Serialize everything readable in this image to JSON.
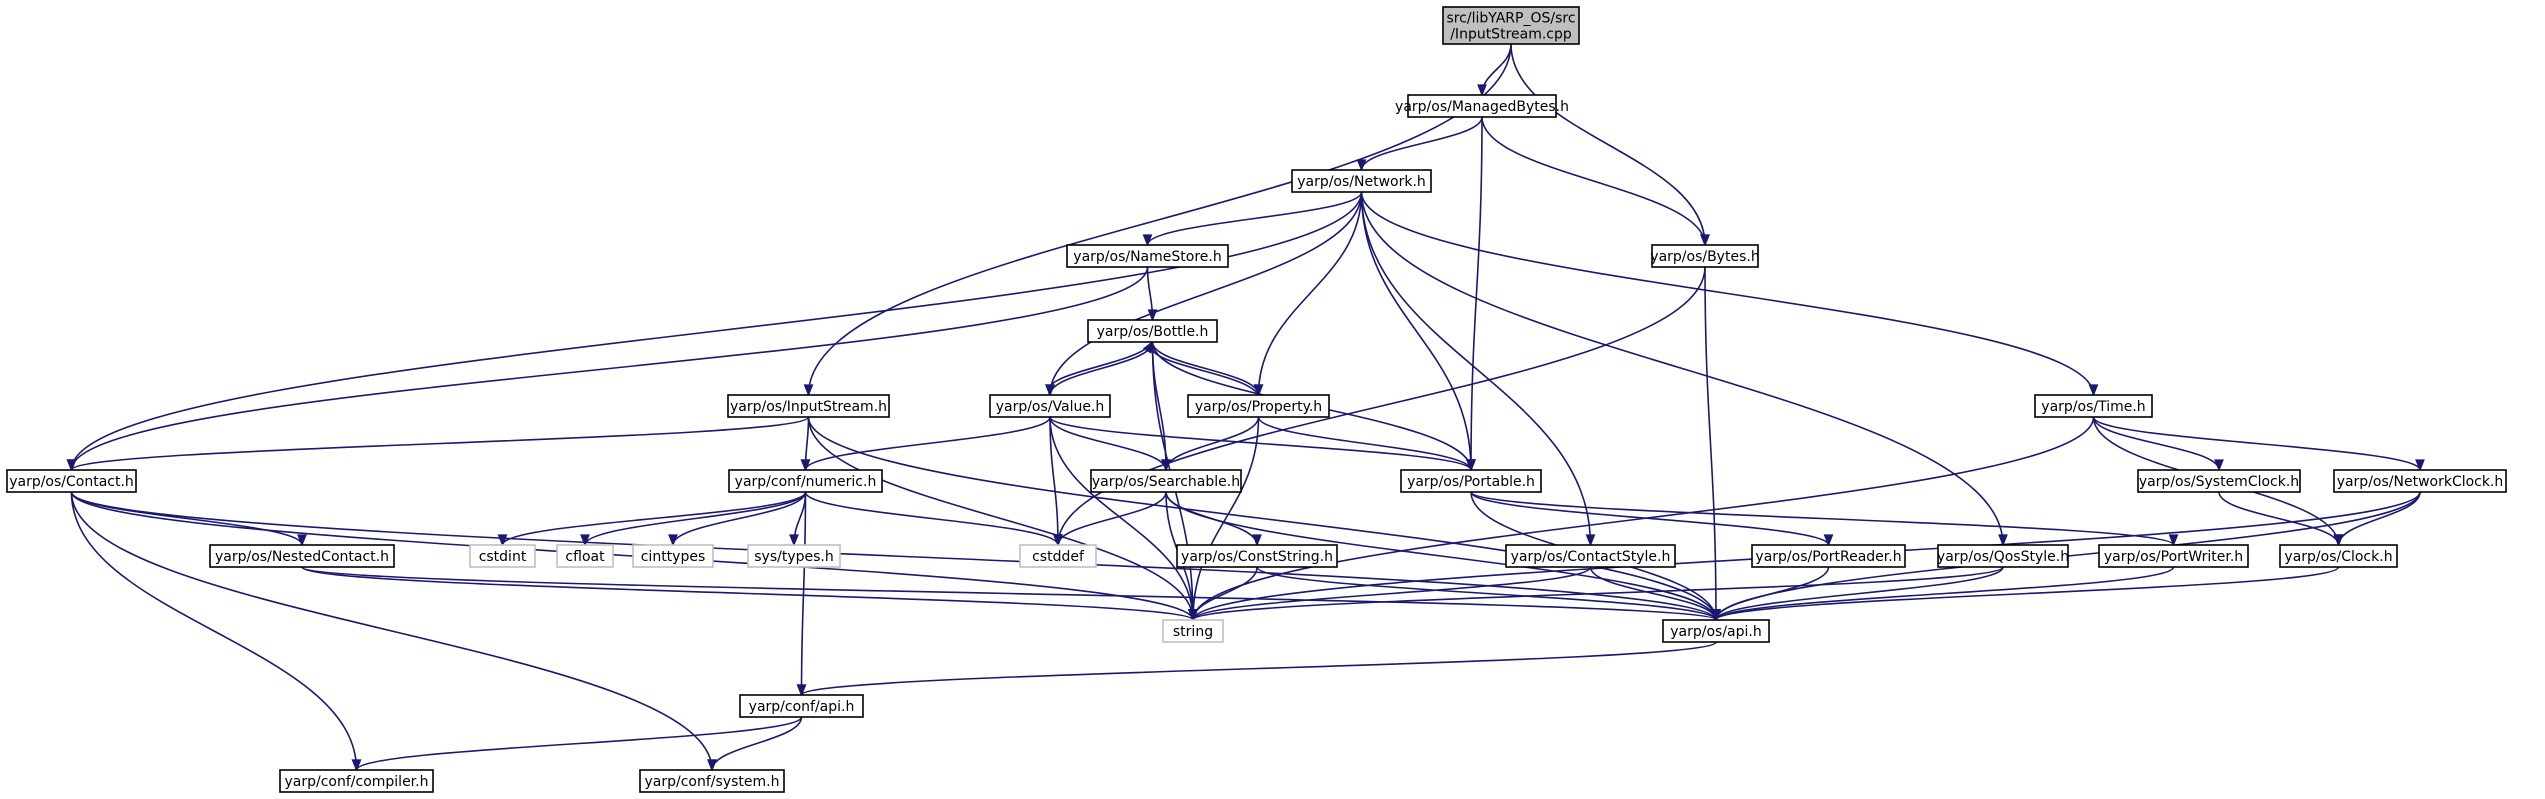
{
  "colors": {
    "edge": "#191970",
    "node_border": "#000000",
    "external_border": "#bfbfbf",
    "root_fill": "#bfbfbf",
    "background": "#ffffff"
  },
  "nodes": [
    {
      "id": "root",
      "lines": [
        "src/libYARP_OS/src",
        "/InputStream.cpp"
      ],
      "kind": "root"
    },
    {
      "id": "managedbytes",
      "lines": [
        "yarp/os/ManagedBytes.h"
      ],
      "kind": "internal"
    },
    {
      "id": "network",
      "lines": [
        "yarp/os/Network.h"
      ],
      "kind": "internal"
    },
    {
      "id": "bytes",
      "lines": [
        "yarp/os/Bytes.h"
      ],
      "kind": "internal"
    },
    {
      "id": "namestore",
      "lines": [
        "yarp/os/NameStore.h"
      ],
      "kind": "internal"
    },
    {
      "id": "bottle",
      "lines": [
        "yarp/os/Bottle.h"
      ],
      "kind": "internal"
    },
    {
      "id": "inputstream",
      "lines": [
        "yarp/os/InputStream.h"
      ],
      "kind": "internal"
    },
    {
      "id": "value",
      "lines": [
        "yarp/os/Value.h"
      ],
      "kind": "internal"
    },
    {
      "id": "property",
      "lines": [
        "yarp/os/Property.h"
      ],
      "kind": "internal"
    },
    {
      "id": "time",
      "lines": [
        "yarp/os/Time.h"
      ],
      "kind": "internal"
    },
    {
      "id": "contact",
      "lines": [
        "yarp/os/Contact.h"
      ],
      "kind": "internal"
    },
    {
      "id": "numeric",
      "lines": [
        "yarp/conf/numeric.h"
      ],
      "kind": "internal"
    },
    {
      "id": "searchable",
      "lines": [
        "yarp/os/Searchable.h"
      ],
      "kind": "internal"
    },
    {
      "id": "portable",
      "lines": [
        "yarp/os/Portable.h"
      ],
      "kind": "internal"
    },
    {
      "id": "systemclock",
      "lines": [
        "yarp/os/SystemClock.h"
      ],
      "kind": "internal"
    },
    {
      "id": "networkclock",
      "lines": [
        "yarp/os/NetworkClock.h"
      ],
      "kind": "internal"
    },
    {
      "id": "cstdint",
      "lines": [
        "cstdint"
      ],
      "kind": "external"
    },
    {
      "id": "cfloat",
      "lines": [
        "cfloat"
      ],
      "kind": "external"
    },
    {
      "id": "cinttypes",
      "lines": [
        "cinttypes"
      ],
      "kind": "external"
    },
    {
      "id": "systypes",
      "lines": [
        "sys/types.h"
      ],
      "kind": "external"
    },
    {
      "id": "cstddef",
      "lines": [
        "cstddef"
      ],
      "kind": "external"
    },
    {
      "id": "nestedcontact",
      "lines": [
        "yarp/os/NestedContact.h"
      ],
      "kind": "internal"
    },
    {
      "id": "conststring",
      "lines": [
        "yarp/os/ConstString.h"
      ],
      "kind": "internal"
    },
    {
      "id": "contactstyle",
      "lines": [
        "yarp/os/ContactStyle.h"
      ],
      "kind": "internal"
    },
    {
      "id": "portreader",
      "lines": [
        "yarp/os/PortReader.h"
      ],
      "kind": "internal"
    },
    {
      "id": "qosstyle",
      "lines": [
        "yarp/os/QosStyle.h"
      ],
      "kind": "internal"
    },
    {
      "id": "portwriter",
      "lines": [
        "yarp/os/PortWriter.h"
      ],
      "kind": "internal"
    },
    {
      "id": "clock",
      "lines": [
        "yarp/os/Clock.h"
      ],
      "kind": "internal"
    },
    {
      "id": "string",
      "lines": [
        "string"
      ],
      "kind": "external"
    },
    {
      "id": "osapi",
      "lines": [
        "yarp/os/api.h"
      ],
      "kind": "internal"
    },
    {
      "id": "confapi",
      "lines": [
        "yarp/conf/api.h"
      ],
      "kind": "internal"
    },
    {
      "id": "compiler",
      "lines": [
        "yarp/conf/compiler.h"
      ],
      "kind": "internal"
    },
    {
      "id": "system",
      "lines": [
        "yarp/conf/system.h"
      ],
      "kind": "internal"
    }
  ],
  "edges": [
    [
      "root",
      "managedbytes"
    ],
    [
      "root",
      "bytes"
    ],
    [
      "root",
      "inputstream"
    ],
    [
      "managedbytes",
      "network"
    ],
    [
      "managedbytes",
      "bytes"
    ],
    [
      "managedbytes",
      "portable"
    ],
    [
      "network",
      "namestore"
    ],
    [
      "network",
      "value"
    ],
    [
      "network",
      "property"
    ],
    [
      "network",
      "portable"
    ],
    [
      "network",
      "contact"
    ],
    [
      "network",
      "time"
    ],
    [
      "network",
      "contactstyle"
    ],
    [
      "network",
      "qosstyle"
    ],
    [
      "bytes",
      "cstddef"
    ],
    [
      "bytes",
      "osapi"
    ],
    [
      "namestore",
      "bottle"
    ],
    [
      "namestore",
      "contact"
    ],
    [
      "bottle",
      "value"
    ],
    [
      "bottle",
      "property"
    ],
    [
      "bottle",
      "searchable"
    ],
    [
      "bottle",
      "portable"
    ],
    [
      "bottle",
      "string"
    ],
    [
      "value",
      "bottle"
    ],
    [
      "value",
      "numeric"
    ],
    [
      "value",
      "searchable"
    ],
    [
      "value",
      "portable"
    ],
    [
      "value",
      "cstddef"
    ],
    [
      "value",
      "string"
    ],
    [
      "property",
      "bottle"
    ],
    [
      "property",
      "searchable"
    ],
    [
      "property",
      "portable"
    ],
    [
      "property",
      "string"
    ],
    [
      "inputstream",
      "contact"
    ],
    [
      "inputstream",
      "numeric"
    ],
    [
      "inputstream",
      "string"
    ],
    [
      "inputstream",
      "osapi"
    ],
    [
      "time",
      "systemclock"
    ],
    [
      "time",
      "networkclock"
    ],
    [
      "time",
      "clock"
    ],
    [
      "time",
      "string"
    ],
    [
      "contact",
      "nestedcontact"
    ],
    [
      "contact",
      "string"
    ],
    [
      "contact",
      "compiler"
    ],
    [
      "contact",
      "system"
    ],
    [
      "contact",
      "osapi"
    ],
    [
      "numeric",
      "cstdint"
    ],
    [
      "numeric",
      "cfloat"
    ],
    [
      "numeric",
      "cinttypes"
    ],
    [
      "numeric",
      "systypes"
    ],
    [
      "numeric",
      "cstddef"
    ],
    [
      "numeric",
      "confapi"
    ],
    [
      "searchable",
      "conststring"
    ],
    [
      "searchable",
      "cstddef"
    ],
    [
      "searchable",
      "string"
    ],
    [
      "searchable",
      "osapi"
    ],
    [
      "portable",
      "portreader"
    ],
    [
      "portable",
      "portwriter"
    ],
    [
      "portable",
      "osapi"
    ],
    [
      "systemclock",
      "clock"
    ],
    [
      "networkclock",
      "clock"
    ],
    [
      "networkclock",
      "string"
    ],
    [
      "networkclock",
      "osapi"
    ],
    [
      "nestedcontact",
      "string"
    ],
    [
      "nestedcontact",
      "osapi"
    ],
    [
      "conststring",
      "string"
    ],
    [
      "conststring",
      "osapi"
    ],
    [
      "contactstyle",
      "string"
    ],
    [
      "contactstyle",
      "osapi"
    ],
    [
      "portreader",
      "osapi"
    ],
    [
      "qosstyle",
      "string"
    ],
    [
      "qosstyle",
      "osapi"
    ],
    [
      "portwriter",
      "osapi"
    ],
    [
      "clock",
      "osapi"
    ],
    [
      "osapi",
      "confapi"
    ],
    [
      "confapi",
      "compiler"
    ],
    [
      "confapi",
      "system"
    ]
  ]
}
